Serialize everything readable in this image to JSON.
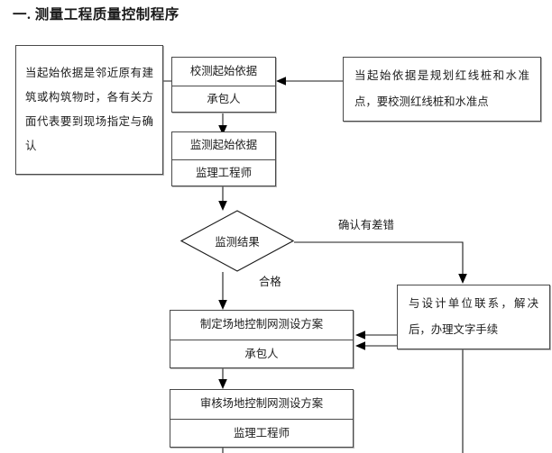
{
  "page": {
    "title": "一.  测量工程质量控制程序"
  },
  "flow": {
    "nodes": {
      "note_adjacent": {
        "text": "当起始依据是邻近原有建筑或构筑物时，各有关方面代表要到现场指定与确认"
      },
      "note_redline": {
        "text": "当起始依据是规划红线桩和水准点，要校测红线桩和水准点"
      },
      "check_basis": {
        "action": "校测起始依据",
        "role": "承包人"
      },
      "monitor_basis": {
        "action": "监测起始依据",
        "role": "监理工程师"
      },
      "decision": {
        "text": "监测结果"
      },
      "design_contact": {
        "text": "与设计单位联系，解决后，办理文字手续"
      },
      "make_plan": {
        "action": "制定场地控制网测设方案",
        "role": "承包人"
      },
      "review_plan": {
        "action": "审核场地控制网测设方案",
        "role": "监理工程师"
      }
    },
    "edge_labels": {
      "has_error": "确认有差错",
      "qualified": "合格"
    },
    "colors": {
      "line": "#1a1a1a",
      "box_border": "#4a4a4a",
      "background": "#ffffff",
      "text": "#1c1c1c"
    }
  }
}
